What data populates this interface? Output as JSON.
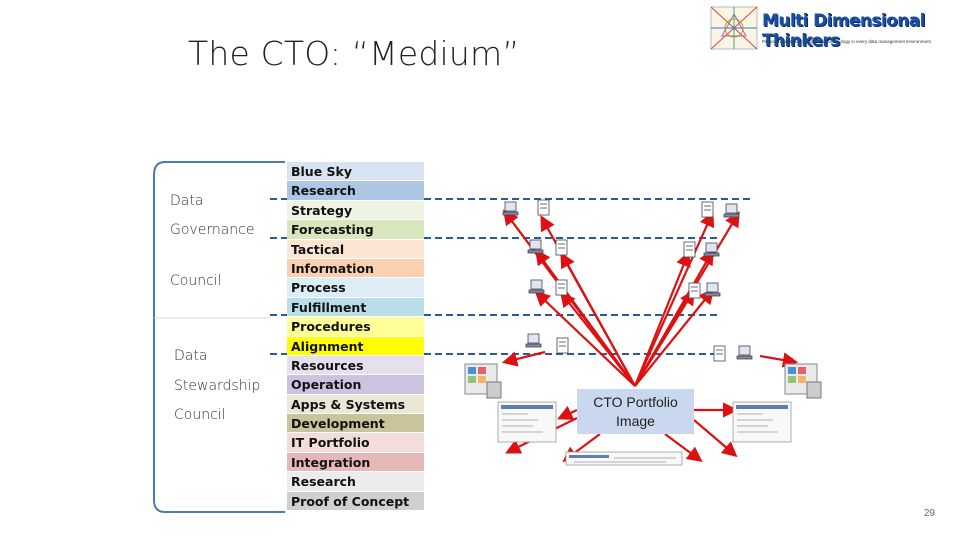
{
  "slide": {
    "title": "The CTO: “Medium”",
    "page_number": "29"
  },
  "logo": {
    "name": "Multi Dimensional Thinkers",
    "tagline": "Persistent understanding today's technology in every data management environment"
  },
  "councils": [
    {
      "lines": [
        "Data",
        "Governance",
        "Council"
      ]
    },
    {
      "lines": [
        "Data",
        "Stewardship",
        "Council"
      ]
    }
  ],
  "layers": [
    {
      "label": "Blue Sky",
      "color": "#d9e4f2"
    },
    {
      "label": "Research",
      "color": "#aec6e6"
    },
    {
      "label": "Strategy",
      "color": "#eef3e2"
    },
    {
      "label": "Forecasting",
      "color": "#d7e6bc"
    },
    {
      "label": "Tactical",
      "color": "#fde5d3"
    },
    {
      "label": "Information",
      "color": "#fbd0b0"
    },
    {
      "label": "Process",
      "color": "#dcedf5"
    },
    {
      "label": "Fulfillment",
      "color": "#b9dde9"
    },
    {
      "label": "Procedures",
      "color": "#ffff99"
    },
    {
      "label": "Alignment",
      "color": "#ffff00"
    },
    {
      "label": "Resources",
      "color": "#e5e0ee"
    },
    {
      "label": "Operation",
      "color": "#cdc2e0"
    },
    {
      "label": "Apps & Systems",
      "color": "#e9e7d6"
    },
    {
      "label": "Development",
      "color": "#c9c49b"
    },
    {
      "label": "IT Portfolio",
      "color": "#f2dcdc"
    },
    {
      "label": "Integration",
      "color": "#e6b8b8"
    },
    {
      "label": "Research",
      "color": "#ececec"
    },
    {
      "label": "Proof of Concept",
      "color": "#d0d0d0"
    }
  ],
  "portfolio_box": {
    "line1": "CTO Portfolio",
    "line2": "Image"
  },
  "colors": {
    "dashed_line": "#2a5a9a",
    "arrow": "#dd1111",
    "bracket": "#4a78b8"
  }
}
